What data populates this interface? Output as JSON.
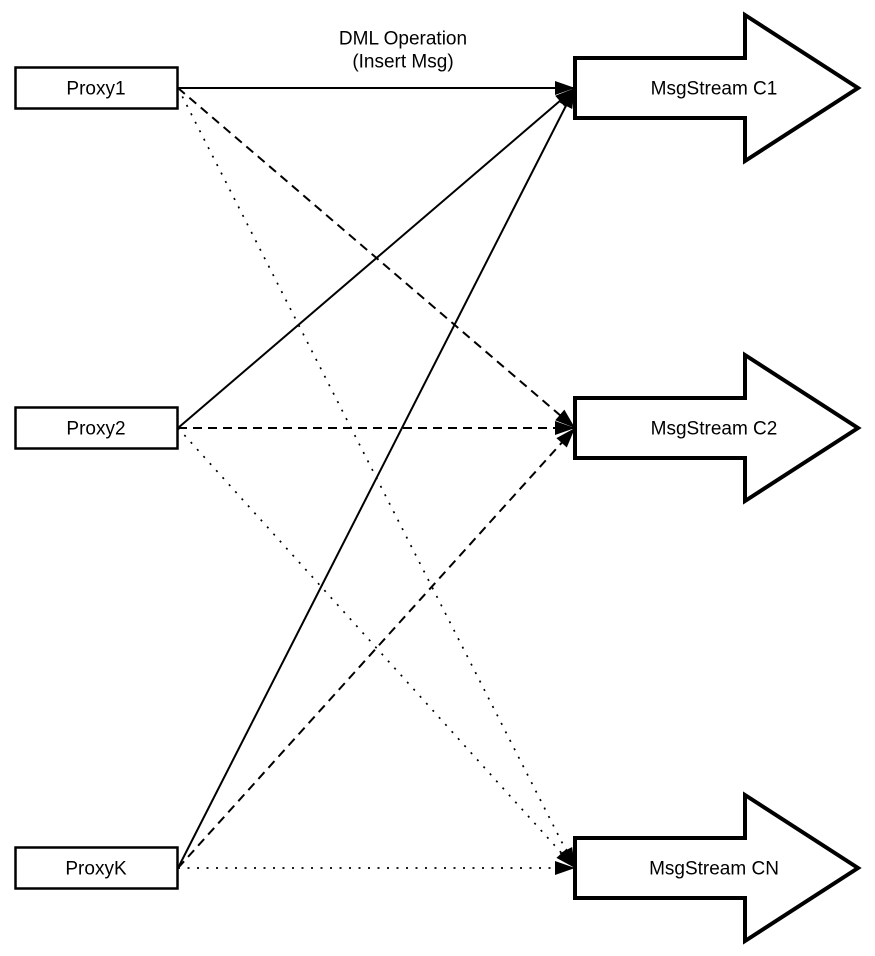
{
  "diagram": {
    "type": "proxy-to-msgstream-fanout",
    "colors": {
      "stroke": "#000000",
      "fill": "#ffffff",
      "background": "#ffffff"
    },
    "annotation": {
      "line1": "DML Operation",
      "line2": "(Insert Msg)",
      "attached_edge": "Proxy1 to MsgStream C1"
    },
    "proxies": [
      {
        "id": "proxy1",
        "label": "Proxy1"
      },
      {
        "id": "proxy2",
        "label": "Proxy2"
      },
      {
        "id": "proxyk",
        "label": "ProxyK"
      }
    ],
    "streams": [
      {
        "id": "c1",
        "label": "MsgStream C1"
      },
      {
        "id": "c2",
        "label": "MsgStream C2"
      },
      {
        "id": "cn",
        "label": "MsgStream CN"
      }
    ],
    "edges": [
      {
        "from": "Proxy1",
        "to": "MsgStream C1",
        "style": "solid"
      },
      {
        "from": "Proxy2",
        "to": "MsgStream C1",
        "style": "solid"
      },
      {
        "from": "ProxyK",
        "to": "MsgStream C1",
        "style": "solid"
      },
      {
        "from": "Proxy1",
        "to": "MsgStream C2",
        "style": "dashed"
      },
      {
        "from": "Proxy2",
        "to": "MsgStream C2",
        "style": "dashed"
      },
      {
        "from": "ProxyK",
        "to": "MsgStream C2",
        "style": "dashed"
      },
      {
        "from": "Proxy1",
        "to": "MsgStream CN",
        "style": "dotted"
      },
      {
        "from": "Proxy2",
        "to": "MsgStream CN",
        "style": "dotted"
      },
      {
        "from": "ProxyK",
        "to": "MsgStream CN",
        "style": "dotted"
      }
    ]
  }
}
